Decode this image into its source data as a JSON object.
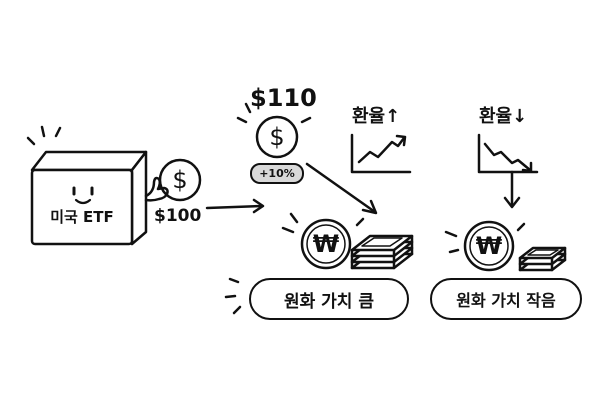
{
  "etf": {
    "label": "미국 ETF"
  },
  "left_coin": {
    "symbol": "$",
    "amount": "$100"
  },
  "top_coin": {
    "symbol": "$",
    "amount": "$110",
    "change": "+10%"
  },
  "fx_up": {
    "label": "환율↑"
  },
  "fx_down": {
    "label": "환율↓"
  },
  "won_left": {
    "symbol": "₩",
    "caption": "원화 가치 큼"
  },
  "won_right": {
    "symbol": "₩",
    "caption": "원화 가치 작음"
  }
}
